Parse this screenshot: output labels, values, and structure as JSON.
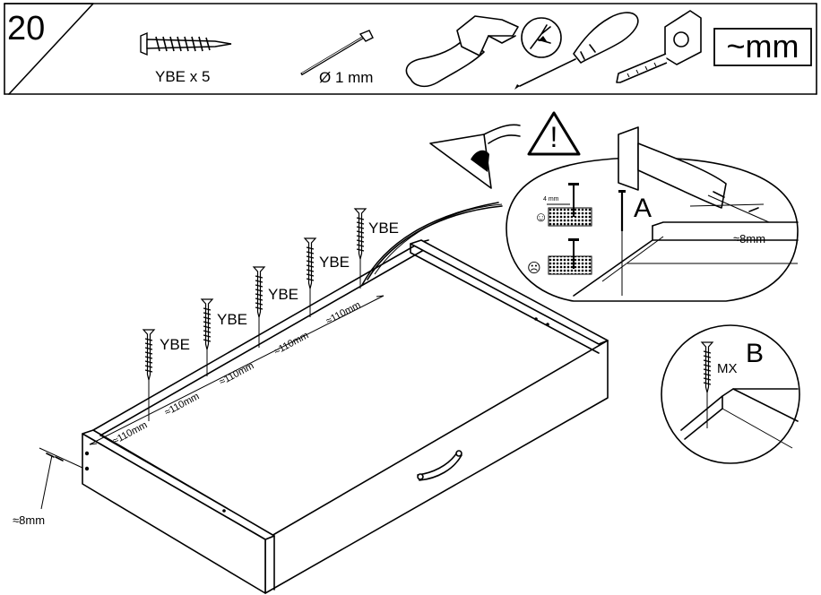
{
  "step": {
    "number": "20"
  },
  "header": {
    "screw_label": "YBE x  5",
    "nail_label": "Ø 1 mm",
    "measure_label": "~mm",
    "icons": [
      "screw-icon",
      "nail-icon",
      "hammer-icon",
      "screwdriver-icon",
      "tape-measure-icon"
    ]
  },
  "main": {
    "screw_label": "YBE",
    "spacing": "≈110mm",
    "edge_offset": "≈8mm"
  },
  "detail_a": {
    "letter": "A",
    "nail_depth": "4 mm",
    "edge_offset": "≈8mm",
    "icons": [
      "warning-icon",
      "smiley-icon",
      "frown-icon",
      "hammer-icon"
    ]
  },
  "detail_b": {
    "letter": "B",
    "screw_label": "MX"
  }
}
